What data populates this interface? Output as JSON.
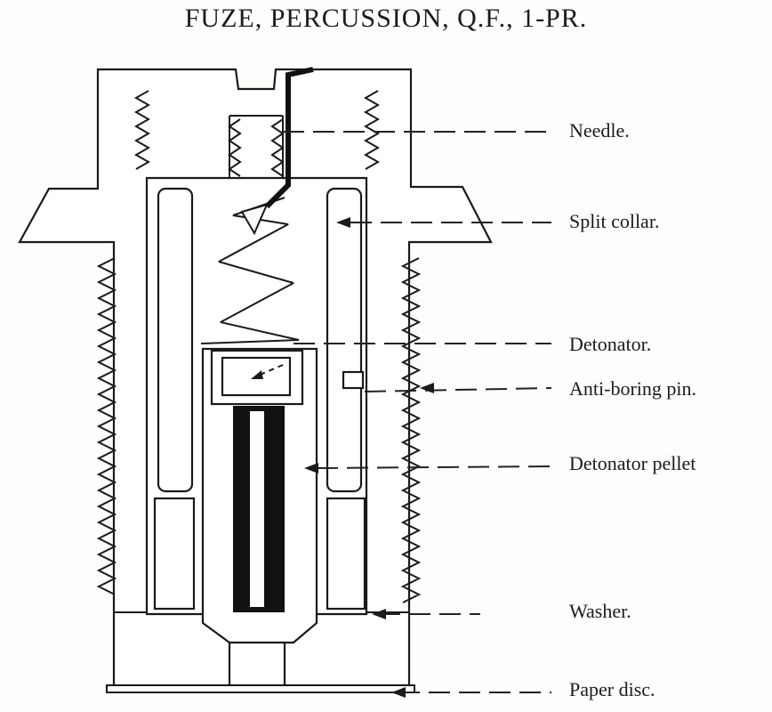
{
  "title": "FUZE, PERCUSSION, Q.F., 1-PR.",
  "labels": {
    "needle": "Needle.",
    "split_collar": "Split collar.",
    "detonator": "Detonator.",
    "anti_boring_pin": "Anti-boring pin.",
    "detonator_pellet": "Detonator pellet",
    "washer": "Washer.",
    "paper_disc": "Paper disc."
  },
  "colors": {
    "ink": "#1a1a1a",
    "paper": "#fdfdfb"
  }
}
